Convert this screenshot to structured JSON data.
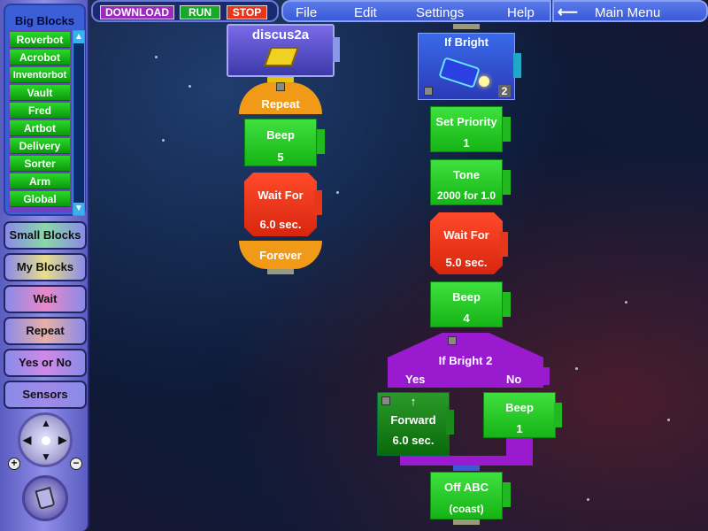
{
  "toolbar": {
    "download": "DOWNLOAD",
    "run": "RUN",
    "stop": "STOP"
  },
  "menu": {
    "file": "File",
    "edit": "Edit",
    "settings": "Settings",
    "help": "Help",
    "main_menu": "Main Menu",
    "main_menu_icon": "arrow-left"
  },
  "sidebar": {
    "big_blocks_title": "Big Blocks",
    "big_blocks": [
      "Roverbot",
      "Acrobot",
      "Inventorbot",
      "Vault",
      "Fred",
      "Artbot",
      "Delivery",
      "Sorter",
      "Arm",
      "Global"
    ],
    "categories": [
      "Small Blocks",
      "My Blocks",
      "Wait",
      "Repeat",
      "Yes or No",
      "Sensors"
    ]
  },
  "program1": {
    "title": "discus2a",
    "repeat": "Repeat",
    "beep": {
      "label": "Beep",
      "value": "5"
    },
    "wait": {
      "label": "Wait For",
      "value": "6.0 sec."
    },
    "forever": "Forever"
  },
  "program2": {
    "sensor": {
      "label": "If Bright",
      "port": "2"
    },
    "set_priority": {
      "label": "Set Priority",
      "value": "1"
    },
    "tone": {
      "label": "Tone",
      "value": "2000 for 1.0"
    },
    "wait": {
      "label": "Wait For",
      "value": "5.0 sec."
    },
    "beep": {
      "label": "Beep",
      "value": "4"
    },
    "branch": {
      "label": "If Bright 2",
      "yes": "Yes",
      "no": "No"
    },
    "forward": {
      "label": "Forward",
      "value": "6.0 sec.",
      "icon": "↑"
    },
    "beep2": {
      "label": "Beep",
      "value": "1"
    },
    "off": {
      "label": "Off ABC",
      "value": "(coast)"
    }
  },
  "colors": {
    "green": "#22c822",
    "red": "#e8361a",
    "orange": "#f0a020",
    "purple": "#9a1ad0",
    "blue": "#3a5ad8"
  }
}
